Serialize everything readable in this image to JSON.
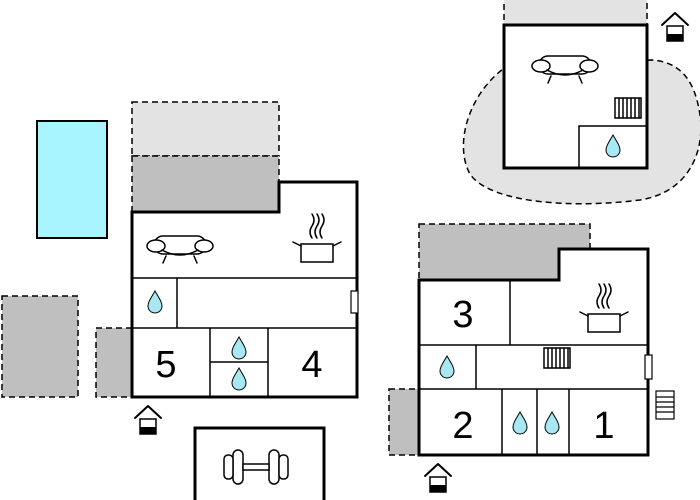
{
  "rooms": [
    {
      "id": "room-5",
      "label": "5"
    },
    {
      "id": "room-4",
      "label": "4"
    },
    {
      "id": "room-3",
      "label": "3"
    },
    {
      "id": "room-2",
      "label": "2"
    },
    {
      "id": "room-1",
      "label": "1"
    }
  ],
  "colors": {
    "pool": "#a8f5ff",
    "water_drop": "#a8e8f2",
    "terrace_light": "#e3e3e3",
    "terrace_dark": "#bfbfbf",
    "wall": "#000000"
  },
  "icons": [
    "sofa-icon",
    "cooking-pot-icon",
    "water-drop-icon",
    "radiator-icon",
    "entrance-icon",
    "dumbbell-icon",
    "stairs-icon"
  ]
}
